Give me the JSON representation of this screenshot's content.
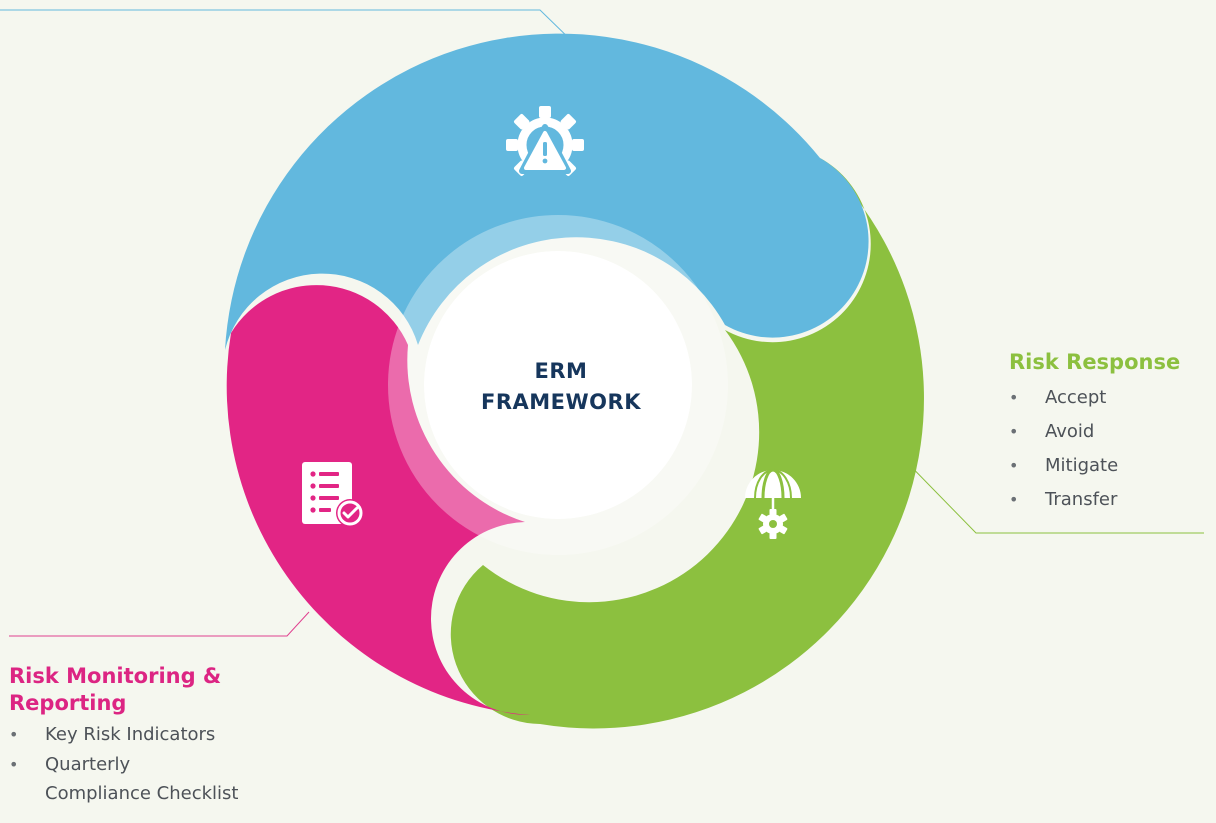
{
  "center": {
    "title_line1": "ERM",
    "title_line2": "FRAMEWORK"
  },
  "segments": [
    {
      "id": "risk-identification",
      "icon": "gear-warning-icon",
      "color": "#62b8de"
    },
    {
      "id": "risk-response",
      "icon": "umbrella-gear-icon",
      "color": "#8cc03f"
    },
    {
      "id": "risk-monitoring",
      "icon": "checklist-icon",
      "color": "#e22585"
    }
  ],
  "callouts": {
    "risk_response": {
      "title": "Risk Response",
      "items": [
        "Accept",
        "Avoid",
        "Mitigate",
        "Transfer"
      ],
      "color": "#8cc03f"
    },
    "risk_monitoring": {
      "title_line1": "Risk Monitoring &",
      "title_line2": "Reporting",
      "items": [
        "Key Risk Indicators",
        "Quarterly",
        "Compliance Checklist"
      ],
      "color": "#dc2583"
    }
  },
  "colors": {
    "background": "#f5f7ef",
    "center_text": "#16365c",
    "blue": "#62b8de",
    "green": "#8cc03f",
    "pink": "#e22585"
  }
}
